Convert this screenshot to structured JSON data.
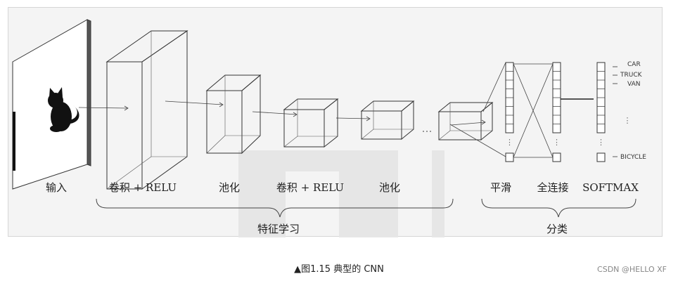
{
  "stage_labels": {
    "input": "输入",
    "conv1": "卷积 + RELU",
    "pool1": "池化",
    "conv2": "卷积 + RELU",
    "pool2": "池化",
    "flatten": "平滑",
    "fc": "全连接",
    "softmax": "SOFTMAX"
  },
  "group_labels": {
    "feature_learning": "特征学习",
    "classification": "分类"
  },
  "output_classes": [
    "CAR",
    "TRUCK",
    "VAN",
    "BICYCLE"
  ],
  "ellipsis": "⋮",
  "caption": "▲图1.15 典型的 CNN",
  "watermark": "CSDN @HELLO XF",
  "colors": {
    "line": "#333333",
    "background": "#f4f4f4",
    "watermark_box": "#e6e6e6",
    "cat": "#111111"
  },
  "icons": {
    "input_image": "cat-silhouette-icon"
  }
}
